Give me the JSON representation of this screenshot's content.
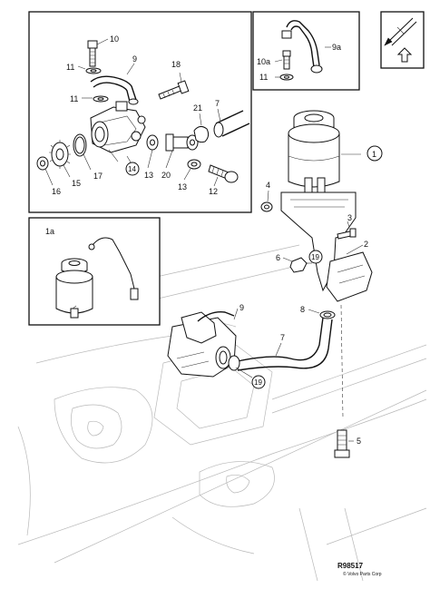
{
  "diagram": {
    "reference_code": "R98517",
    "copyright": "© Volvo Parts Corp",
    "callouts": {
      "c1": "1",
      "c1a": "1a",
      "c2": "2",
      "c3": "3",
      "c4": "4",
      "c5": "5",
      "c6": "6",
      "c7_main": "7",
      "c7_inset": "7",
      "c8": "8",
      "c9_main": "9",
      "c9_inset": "9",
      "c9a": "9a",
      "c10": "10",
      "c10a": "10a",
      "c11_a": "11",
      "c11_b": "11",
      "c11_c": "11",
      "c12": "12",
      "c13_a": "13",
      "c13_b": "13",
      "c14": "14",
      "c15": "15",
      "c16": "16",
      "c17": "17",
      "c18": "18",
      "c19_a": "19",
      "c19_b": "19",
      "c20": "20",
      "c21": "21"
    },
    "icons": [
      "orientation-arrow-icon",
      "front-direction-icon",
      "up-arrow-icon"
    ]
  }
}
